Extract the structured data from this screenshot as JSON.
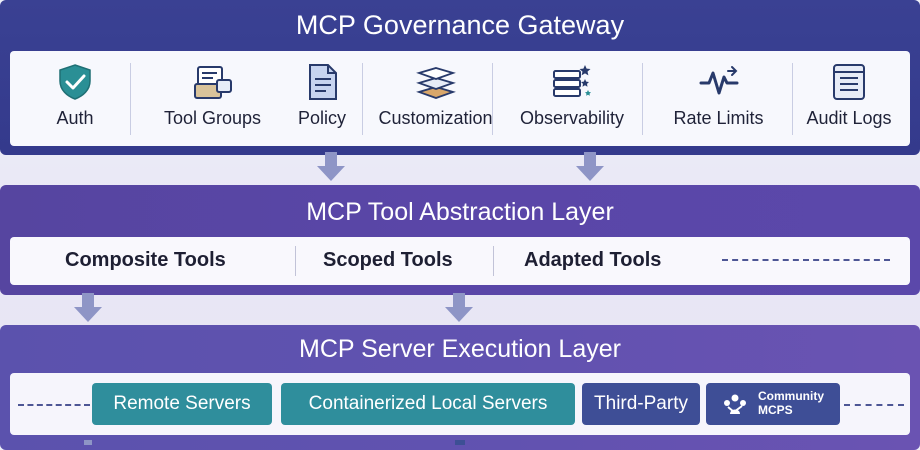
{
  "gateway": {
    "title": "MCP Governance Gateway",
    "items": [
      {
        "label": "Auth",
        "icon": "shield-check-icon"
      },
      {
        "label": "Tool Groups",
        "icon": "tool-groups-icon"
      },
      {
        "label": "Policy",
        "icon": "document-icon"
      },
      {
        "label": "Customization",
        "icon": "layers-icon"
      },
      {
        "label": "Observability",
        "icon": "observability-icon"
      },
      {
        "label": "Rate Limits",
        "icon": "pulse-icon"
      },
      {
        "label": "Audit Logs",
        "icon": "audit-log-icon"
      }
    ]
  },
  "abstraction": {
    "title": "MCP Tool Abstraction Layer",
    "items": [
      {
        "label": "Composite Tools"
      },
      {
        "label": "Scoped Tools"
      },
      {
        "label": "Adapted Tools"
      }
    ]
  },
  "execution": {
    "title": "MCP Server Execution Layer",
    "items": [
      {
        "label": "Remote Servers"
      },
      {
        "label": "Containerized Local Servers"
      },
      {
        "label": "Third-Party"
      },
      {
        "label": "Community\nMCPS",
        "line1": "Community",
        "line2": "MCPS",
        "icon": "community-icon"
      }
    ]
  },
  "colors": {
    "gateway_bg": "#3a4193",
    "abstraction_bg": "#5645a0",
    "execution_bg": "#5b52ad",
    "icon_teal": "#2a8f95",
    "icon_navy": "#283a6b",
    "server_teal": "#2f8e9c",
    "server_navy": "#3e4e96",
    "arrow": "#8e95c6"
  }
}
